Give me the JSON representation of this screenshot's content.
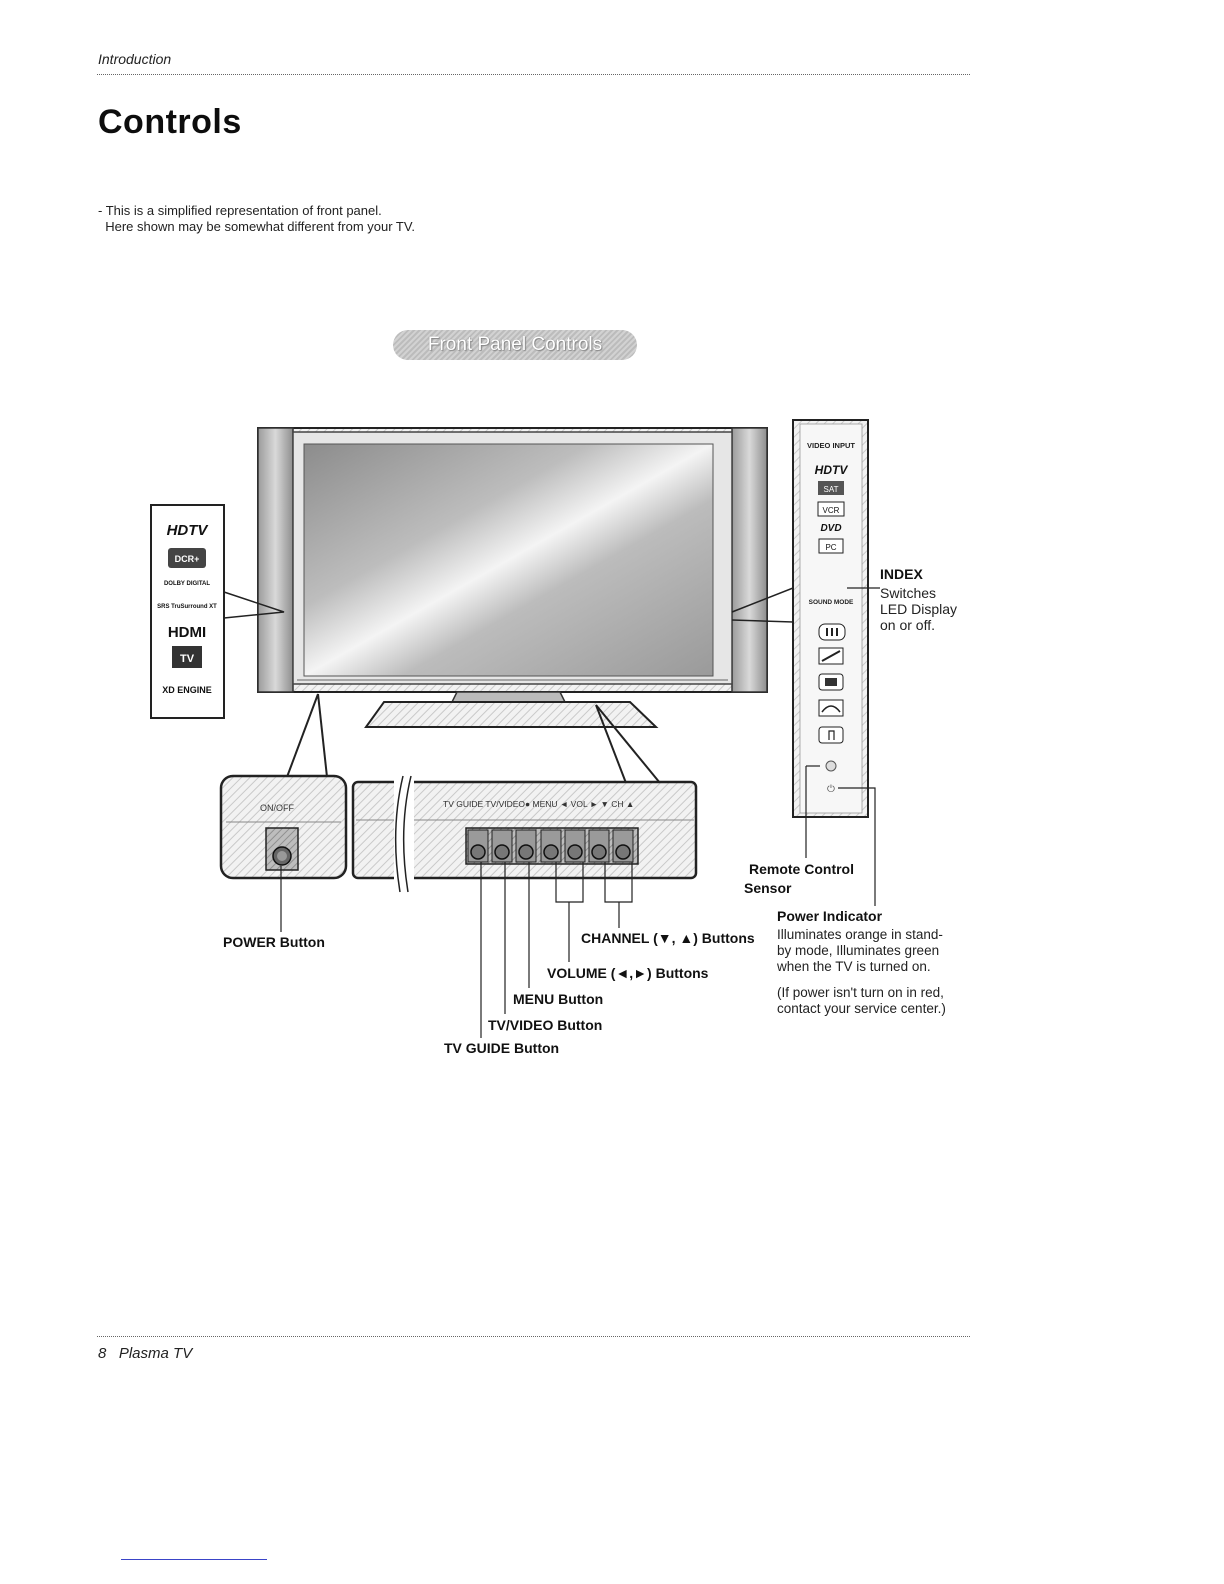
{
  "header": {
    "section": "Introduction",
    "title": "Controls"
  },
  "intro": {
    "line1": "- This is a simplified representation of front panel.",
    "line2": "  Here shown may be somewhat different from your TV."
  },
  "panel_heading": "Front Panel Controls",
  "logos": {
    "left": [
      "HDTV",
      "DCR+",
      "DOLBY DIGITAL",
      "SRS TruSurround XT",
      "HDMI",
      "TV",
      "XD ENGINE"
    ],
    "right": [
      "VIDEO INPUT",
      "HDTV",
      "SAT",
      "VCR",
      "DVD",
      "PC",
      "SOUND MODE"
    ]
  },
  "panel_text": {
    "onoff": "ON/OFF",
    "strip": "TV GUIDE  TV/VIDEO●  MENU   ◄ VOL ► ▼ CH ▲"
  },
  "callouts": {
    "index_title": "INDEX",
    "index_desc": [
      "Switches",
      "LED Display",
      "on or off."
    ],
    "remote_sensor": [
      "Remote Control",
      "Sensor"
    ],
    "power_indicator_title": "Power Indicator",
    "power_indicator_desc": [
      "Illuminates orange in stand-",
      "by mode, Illuminates green",
      "when the TV is turned on."
    ],
    "power_indicator_note": [
      "(If power isn't turn on in red,",
      "contact your service center.)"
    ],
    "power_button": "POWER Button",
    "channel": "CHANNEL (▼, ▲) Buttons",
    "volume": "VOLUME (◄,►) Buttons",
    "menu": "MENU Button",
    "tvvideo": "TV/VIDEO Button",
    "tvguide": "TV GUIDE Button"
  },
  "footer": {
    "page": "8   Plasma TV"
  }
}
